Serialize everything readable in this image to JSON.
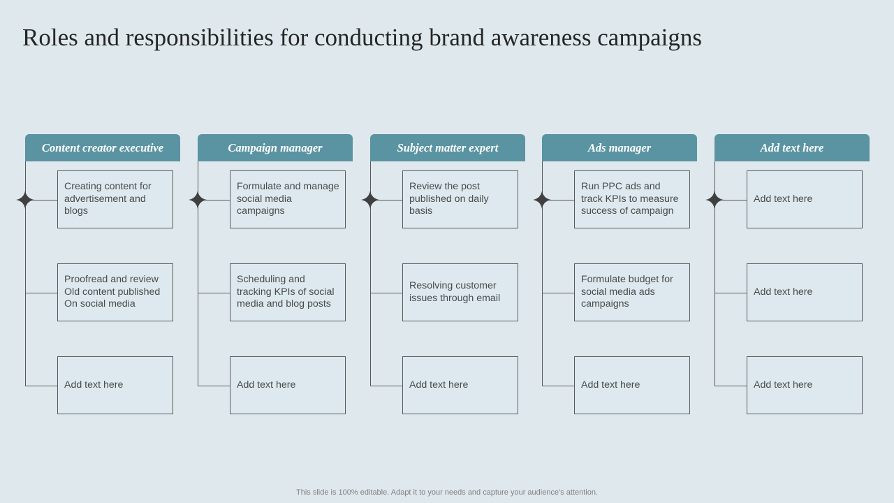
{
  "title": "Roles and responsibilities for conducting brand awareness campaigns",
  "footer": "This slide is 100% editable. Adapt it to your needs and capture your audience's attention.",
  "colors": {
    "background": "#dfe9ed",
    "header_fill": "#5a93a2",
    "connector": "#595959"
  },
  "columns": [
    {
      "role": "Content creator executive",
      "tasks": [
        "Creating content for advertisement and blogs",
        "Proofread and review Old content published On social media",
        "Add text here"
      ]
    },
    {
      "role": "Campaign manager",
      "tasks": [
        "Formulate and manage social media campaigns",
        "Scheduling and tracking KPIs of social media and blog posts",
        "Add text here"
      ]
    },
    {
      "role": "Subject matter expert",
      "tasks": [
        "Review the post published on daily basis",
        "Resolving customer issues through email",
        "Add text here"
      ]
    },
    {
      "role": "Ads manager",
      "tasks": [
        "Run PPC ads and track KPIs to measure success of campaign",
        "Formulate budget for social media ads campaigns",
        "Add text here"
      ]
    },
    {
      "role": "Add text here",
      "tasks": [
        "Add text here",
        "Add text here",
        "Add text here"
      ]
    }
  ]
}
